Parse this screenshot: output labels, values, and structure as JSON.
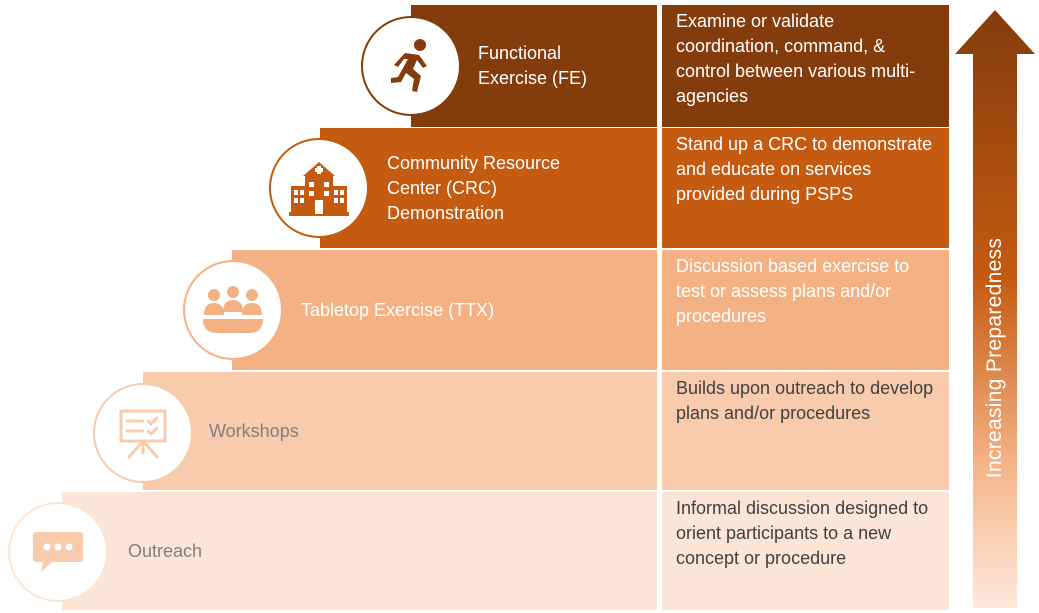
{
  "levels": [
    {
      "title": "Outreach",
      "description": "Informal discussion designed to orient participants to a new concept or procedure",
      "icon": "speech-bubble-icon"
    },
    {
      "title": "Workshops",
      "description": "Builds upon outreach to develop plans and/or procedures",
      "icon": "presentation-board-icon"
    },
    {
      "title": "Tabletop Exercise (TTX)",
      "description": "Discussion based exercise to test or assess plans and/or procedures",
      "icon": "meeting-table-icon"
    },
    {
      "title": "Community Resource Center (CRC) Demonstration",
      "description": "Stand up a CRC to demonstrate and educate on services provided during PSPS",
      "icon": "building-icon"
    },
    {
      "title": "Functional Exercise (FE)",
      "description": "Examine or validate coordination, command, & control between various multi-agencies",
      "icon": "running-person-icon"
    }
  ],
  "arrow_label": "Increasing Preparedness",
  "colors": {
    "level1": "#fbe5d6",
    "level2": "#f8cbad",
    "level3": "#f4b183",
    "level4": "#c55a11",
    "level5": "#843c0c"
  }
}
